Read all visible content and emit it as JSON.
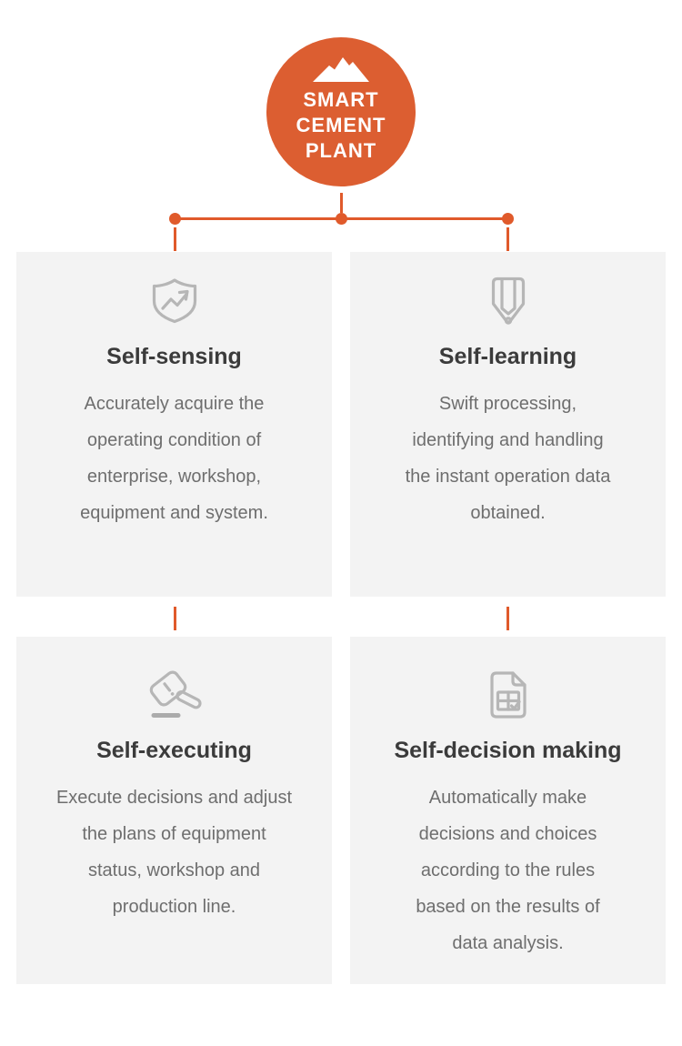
{
  "hero": {
    "icon": "mountain-icon",
    "line1": "SMART",
    "line2": "CEMENT",
    "line3": "PLANT"
  },
  "cards": [
    {
      "id": "self-sensing",
      "icon": "shield-trend-icon",
      "title": "Self-sensing",
      "body_lines": [
        "Accurately acquire the",
        "operating condition of",
        "enterprise, workshop,",
        "equipment and system."
      ]
    },
    {
      "id": "self-learning",
      "icon": "pencil-icon",
      "title": "Self-learning",
      "body_lines": [
        "Swift processing,",
        "identifying and handling",
        "the instant operation data",
        "obtained."
      ]
    },
    {
      "id": "self-executing",
      "icon": "gavel-icon",
      "title": "Self-executing",
      "body_lines": [
        "Execute decisions and adjust",
        "the plans of equipment",
        "status, workshop and",
        "production line."
      ]
    },
    {
      "id": "self-decision-making",
      "icon": "document-check-icon",
      "title": "Self-decision making",
      "body_lines": [
        "Automatically make",
        "decisions and choices",
        "according to the rules",
        "based on the results of",
        "data analysis."
      ]
    }
  ],
  "colors": {
    "accent_orange": "#DC5E31",
    "connector_orange": "#E05A2B",
    "card_background": "#F3F3F3",
    "title_text": "#3B3B3B",
    "body_text": "#6E6E6E",
    "icon_gray": "#B6B6B6"
  }
}
